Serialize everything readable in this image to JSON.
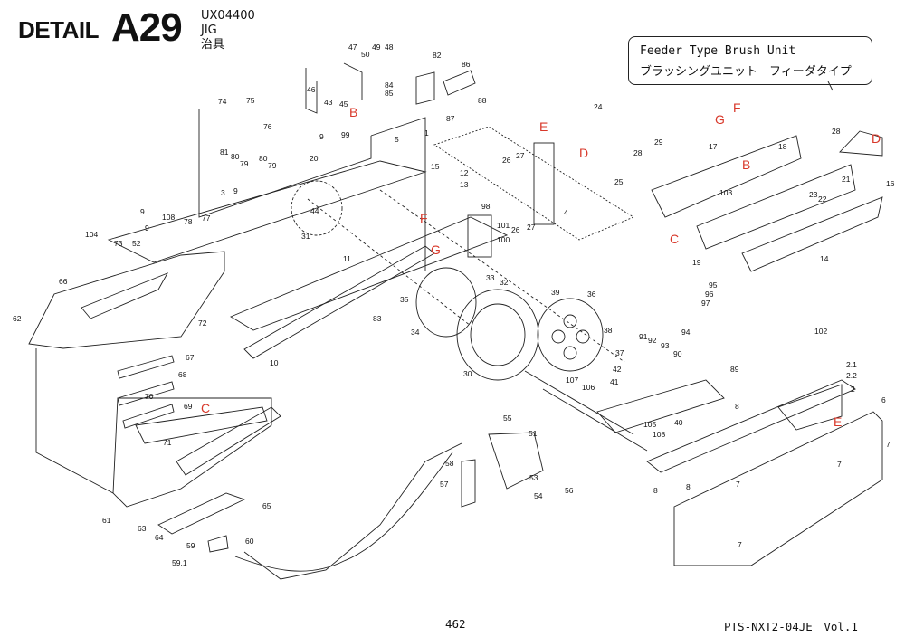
{
  "header": {
    "detail_word": "DETAIL",
    "detail_code": "A29",
    "part_code": "UX04400",
    "jig_en": "JIG",
    "jig_jp": "治具"
  },
  "title_box": {
    "line1": "Feeder Type Brush Unit",
    "line2": "ブラッシングユニット　フィーダタイプ"
  },
  "footer": {
    "page_number": "462",
    "doc_id": "PTS-NXT2-04JE　Vol.1"
  },
  "colors": {
    "ref_letter": "#d8382a",
    "line": "#222222"
  },
  "part_labels": [
    "1",
    "2",
    "2.1",
    "2.2",
    "3",
    "4",
    "6",
    "7",
    "8",
    "9",
    "10",
    "12",
    "13",
    "14",
    "15",
    "16",
    "17",
    "18",
    "19",
    "20",
    "21",
    "22",
    "23",
    "24",
    "25",
    "26",
    "27",
    "28",
    "29",
    "30",
    "31",
    "32",
    "33",
    "34",
    "35",
    "36",
    "37",
    "38",
    "39",
    "40",
    "41",
    "42",
    "43",
    "44",
    "45",
    "46",
    "47",
    "48",
    "49",
    "50",
    "51",
    "52",
    "53",
    "54",
    "55",
    "56",
    "57",
    "58",
    "59",
    "59.1",
    "60",
    "61",
    "62",
    "63",
    "64",
    "65",
    "66",
    "67",
    "68",
    "69",
    "70",
    "71",
    "72",
    "73",
    "74",
    "75",
    "76",
    "77",
    "78",
    "79",
    "80",
    "81",
    "82",
    "83",
    "84",
    "85",
    "86",
    "87",
    "88",
    "89",
    "90",
    "91",
    "92",
    "93",
    "94",
    "95",
    "96",
    "97",
    "98",
    "99",
    "100",
    "101",
    "102",
    "103",
    "104",
    "105",
    "106",
    "107",
    "108"
  ],
  "ref_labels": [
    "B",
    "F",
    "G",
    "C",
    "D",
    "E"
  ]
}
